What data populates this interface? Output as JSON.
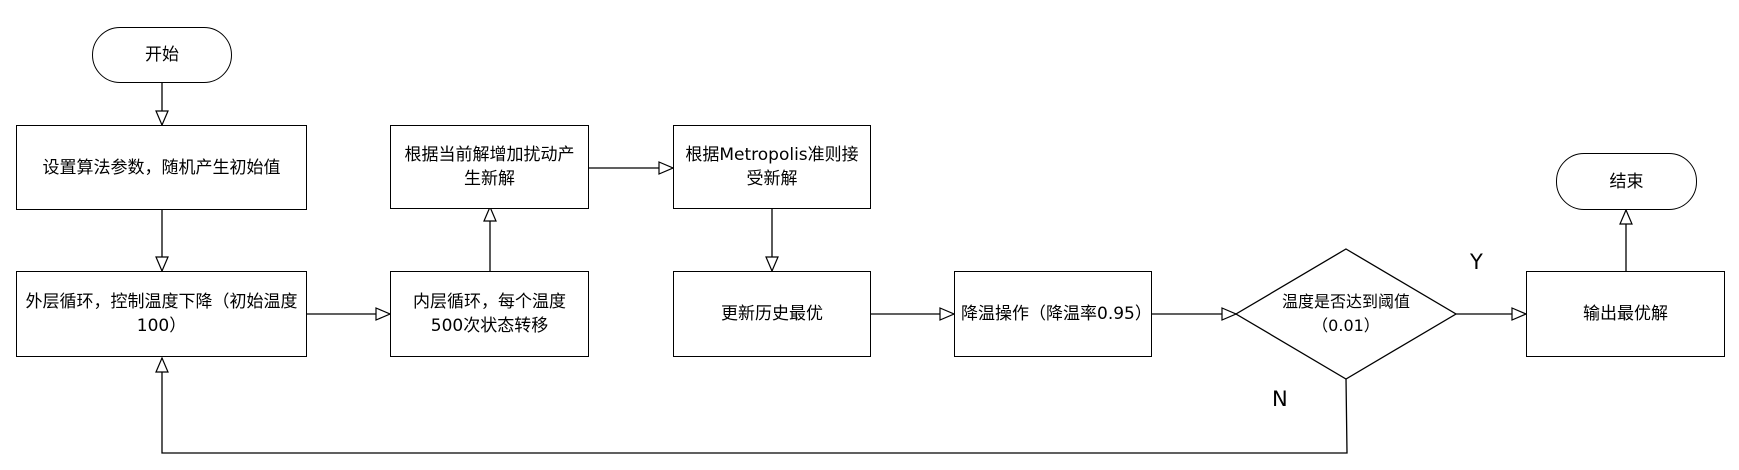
{
  "nodes": {
    "start": "开始",
    "init": "设置算法参数，随机产生初始值",
    "outer_loop": "外层循环，控制温度下降（初始温度100）",
    "inner_loop": "内层循环，每个温度500次状态转移",
    "perturb": "根据当前解增加扰动产生新解",
    "accept": "根据Metropolis准则接受新解",
    "update_best": "更新历史最优",
    "cooling": "降温操作（降温率0.95）",
    "threshold_check": "温度是否达到阈值（0.01）",
    "output": "输出最优解",
    "end": "结束"
  },
  "edge_labels": {
    "yes": "Y",
    "no": "N"
  }
}
